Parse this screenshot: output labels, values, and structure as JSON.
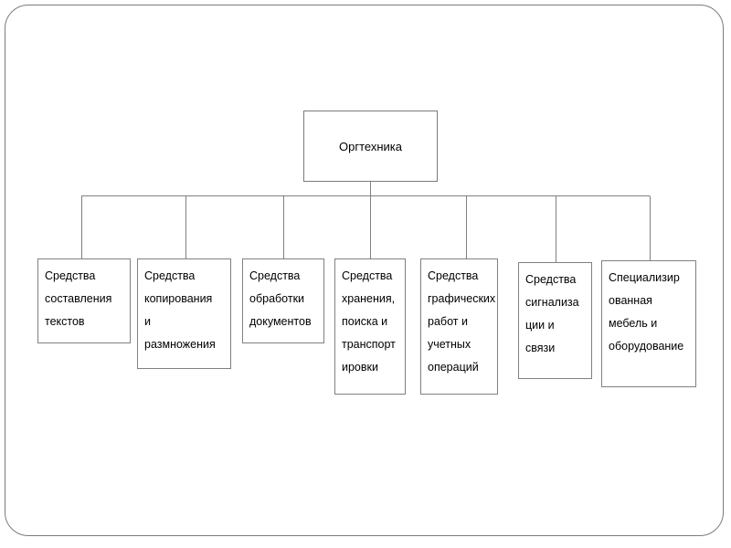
{
  "slide": {
    "frame_color": "#7b7b7b",
    "background": "#ffffff",
    "line_color": "#808080",
    "text_color": "#000000"
  },
  "diagram": {
    "type": "org-chart",
    "orientation": "top-down",
    "root": {
      "id": "root",
      "label": "Оргтехника"
    },
    "children": [
      {
        "id": "child-1",
        "label": "Средства\nсоставления\nтекстов"
      },
      {
        "id": "child-2",
        "label": "Средства\nкопирования\nи\nразмножения"
      },
      {
        "id": "child-3",
        "label": "Средства\nобработки\nдокументов"
      },
      {
        "id": "child-4",
        "label": "Средства\nхранения,\nпоиска и\nтранспорт\nировки"
      },
      {
        "id": "child-5",
        "label": "Средства\nграфических\nработ и\nучетных\nопераций"
      },
      {
        "id": "child-6",
        "label": "Средства\nсигнализа\nции и\nсвязи"
      },
      {
        "id": "child-7",
        "label": "Специализир\nованная\nмебель и\nоборудование"
      }
    ]
  }
}
